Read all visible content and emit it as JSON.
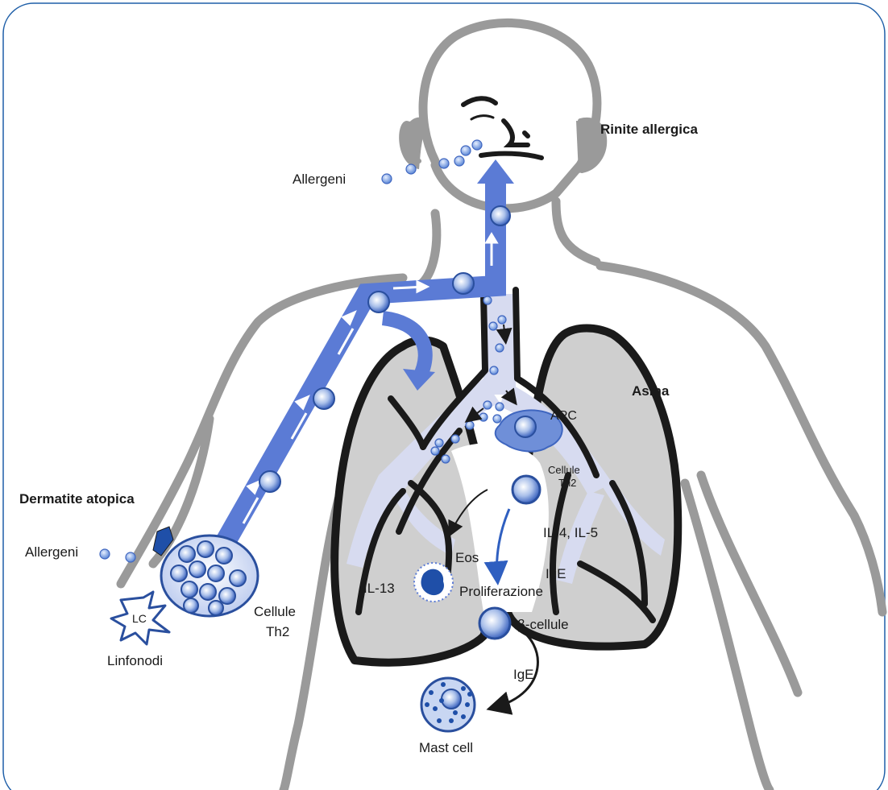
{
  "labels": {
    "rinite": "Rinite allergica",
    "allergeni_top": "Allergeni",
    "asma": "Asma",
    "apc": "APC",
    "cellule_th2_lung_1": "Cellule",
    "cellule_th2_lung_2": "Th2",
    "il45": "IL-4, IL-5",
    "eos": "Eos",
    "il13": "IL-13",
    "ige_lung": "IgE",
    "proliferazione": "Proliferazione",
    "bcellule": "β-cellule",
    "ige_arrow": "IgE",
    "mastcell": "Mast cell",
    "dermatite": "Dermatite atopica",
    "allergeni_left": "Allergeni",
    "lc": "LC",
    "linfonodi": "Linfonodi",
    "cellule_th2_left_1": "Cellule",
    "cellule_th2_left_2": "Th2"
  },
  "colors": {
    "body_outline": "#9a9a9a",
    "lung_fill": "#cfcfcf",
    "airway_fill": "#d7dbf0",
    "pathway_blue": "#5b7bd5",
    "cell_blue": "#4a6fc4",
    "dot_blue": "#8fb0e6",
    "frame": "#1f5fa8"
  }
}
